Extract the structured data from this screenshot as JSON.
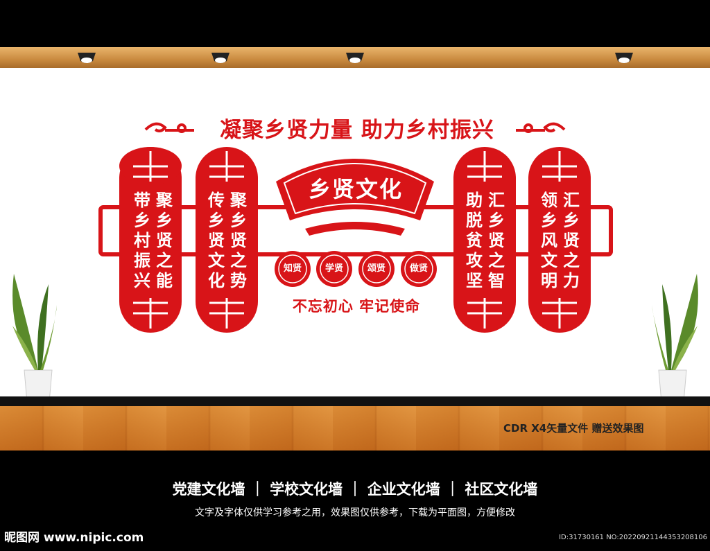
{
  "slogan": "凝聚乡贤力量  助力乡村振兴",
  "center_title": "乡贤文化",
  "panels": [
    {
      "col_right": "聚乡贤之能",
      "col_left": "带乡村振兴"
    },
    {
      "col_right": "聚乡贤之势",
      "col_left": "传乡贤文化"
    },
    {
      "col_right": "汇乡贤之智",
      "col_left": "助脱贫攻坚"
    },
    {
      "col_right": "汇乡贤之力",
      "col_left": "领乡风文明"
    }
  ],
  "circles": [
    "知贤",
    "学贤",
    "颂贤",
    "做贤"
  ],
  "motto": "不忘初心  牢记使命",
  "file_note": "CDR X4矢量文件  赠送效果图",
  "categories": "党建文化墙  ｜  学校文化墙  ｜  企业文化墙  ｜  社区文化墙",
  "disclaimer": "文字及字体仅供学习参考之用，效果图仅供参考，下载为平面图，方便修改",
  "watermark": "昵图网 www.nipic.com",
  "image_id": "ID:31730161 NO:20220921144353208106",
  "colors": {
    "primary_red": "#d81418",
    "rail_wood": "#d89a4d",
    "floor_wood": "#e6b26a"
  }
}
